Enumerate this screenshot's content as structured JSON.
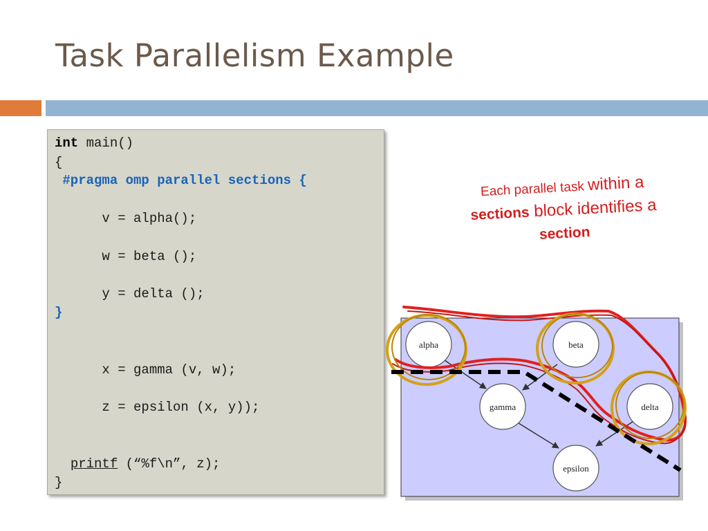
{
  "slide": {
    "title": "Task Parallelism Example"
  },
  "code": {
    "l1_kw": "int",
    "l1_rest": " main()",
    "l2": "{",
    "l3": " #pragma omp parallel sections {",
    "l4": "      v = alpha();",
    "l5": "      w = beta ();",
    "l6": "      y = delta ();",
    "l7": "}",
    "l8": "      x = gamma (v, w);",
    "l9": "      z = epsilon (x, y));",
    "l10_indent": "  ",
    "l10_fn": "printf",
    "l10_rest": " (“%f\\n”, z);",
    "l11": "}"
  },
  "callout": {
    "line1_a": "Each parallel task ",
    "line1_b": "within a",
    "line2_a": "sections",
    "line2_b": " block identifies a",
    "line3": "section"
  },
  "diagram": {
    "nodes": {
      "alpha": "alpha",
      "beta": "beta",
      "gamma": "gamma",
      "delta": "delta",
      "epsilon": "epsilon"
    },
    "colors": {
      "background": "#ccccff",
      "highlight": "#d4a017",
      "stroke": "#e02020",
      "divider": "#000000"
    }
  }
}
